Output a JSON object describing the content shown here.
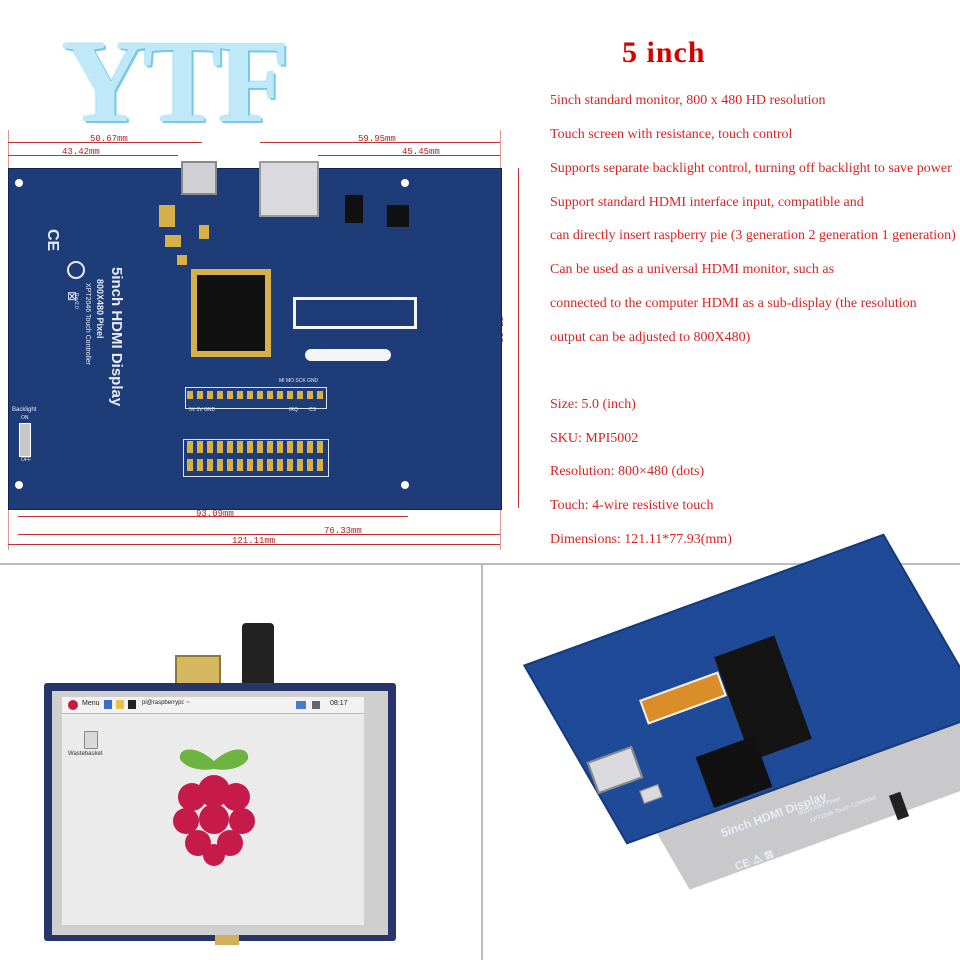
{
  "logo": "YTF",
  "specs": {
    "heading": "5 inch",
    "lines": [
      "5inch standard monitor, 800 x 480 HD resolution",
      "Touch screen with resistance, touch control",
      "Supports separate backlight control, turning off backlight to save power",
      "Support standard HDMI interface input, compatible and",
      "can directly insert raspberry pie (3 generation 2 generation 1 generation)",
      "Can be used as a universal HDMI monitor, such as",
      "connected to the computer HDMI as a sub-display (the resolution",
      "output can be adjusted to 800X480)"
    ],
    "params": [
      "Size: 5.0 (inch)",
      "SKU: MPI5002",
      "Resolution: 800×480 (dots)",
      "Touch: 4-wire resistive touch",
      "Dimensions: 121.11*77.93(mm)"
    ]
  },
  "drawing": {
    "dims": {
      "d1": "50.67mm",
      "d2": "43.42mm",
      "d3": "59.95mm",
      "d4": "45.45mm",
      "d5": "77.93mm",
      "d6": "93.09mm",
      "d7": "76.33mm",
      "d8": "121.11mm"
    },
    "board_title": "5inch HDMI Display",
    "board_sub1": "800X480 Pixel",
    "board_sub2": "XPT2046 Touch Controller",
    "board_rev": "Rev2.0",
    "backlight": "Backlight",
    "on": "ON",
    "off": "OFF",
    "hdr_top_labels": "MI MO SCK GND",
    "hdr_left_labels": "5V 5V GND",
    "hdr_irq": "IRQ",
    "hdr_cs": "CS"
  },
  "photo_left": {
    "menu": "Menu",
    "terminal": "pi@raspberrypi: ~",
    "time": "08:17",
    "desktop_icon": "Wastebasket"
  },
  "photo_right": {
    "board_title": "5inch HDMI Display",
    "board_sub1": "800X480 Pixel",
    "board_sub2": "XPT2046 Touch Controller"
  }
}
